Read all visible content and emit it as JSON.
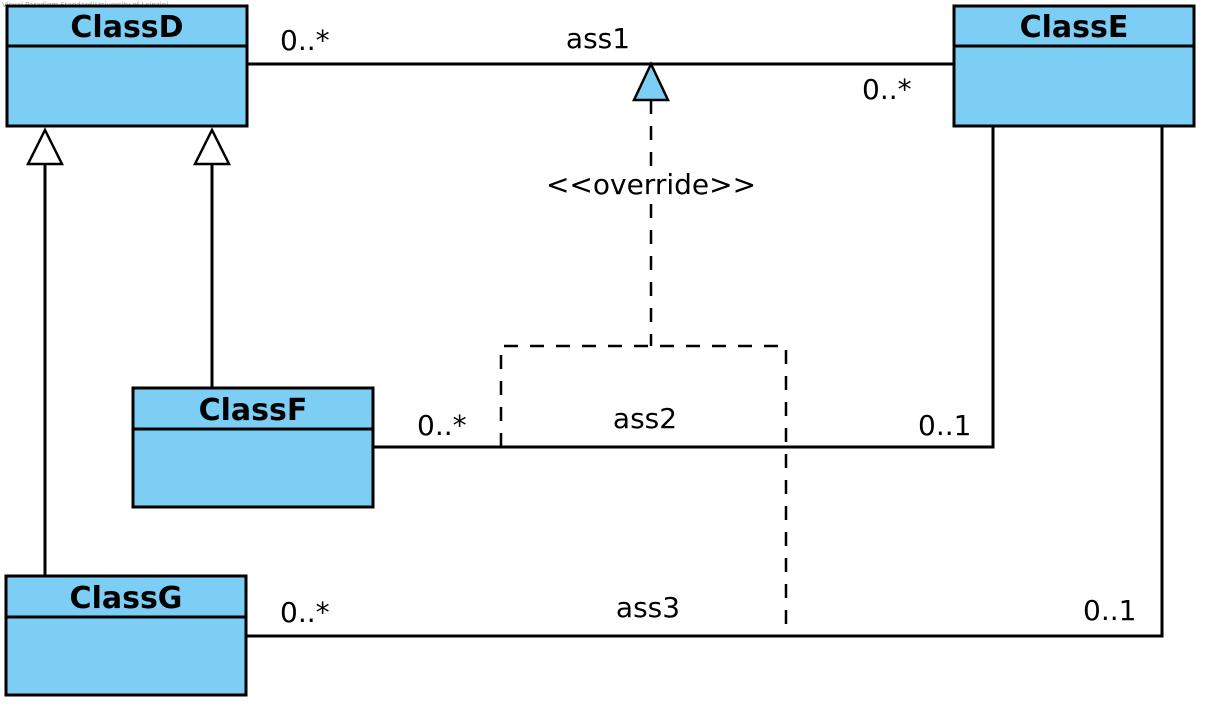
{
  "watermark": "Visual Paradigm Standard(University of Leipzig)",
  "colors": {
    "class_fill": "#7dcef5",
    "stroke": "#000000",
    "background": "#ffffff"
  },
  "classes": {
    "d": {
      "name": "ClassD"
    },
    "e": {
      "name": "ClassE"
    },
    "f": {
      "name": "ClassF"
    },
    "g": {
      "name": "ClassG"
    }
  },
  "associations": {
    "ass1": {
      "name": "ass1",
      "mult_left": "0..*",
      "mult_right": "0..*"
    },
    "ass2": {
      "name": "ass2",
      "mult_left": "0..*",
      "mult_right": "0..1"
    },
    "ass3": {
      "name": "ass3",
      "mult_left": "0..*",
      "mult_right": "0..1"
    }
  },
  "override": {
    "stereotype": "<<override>>"
  }
}
